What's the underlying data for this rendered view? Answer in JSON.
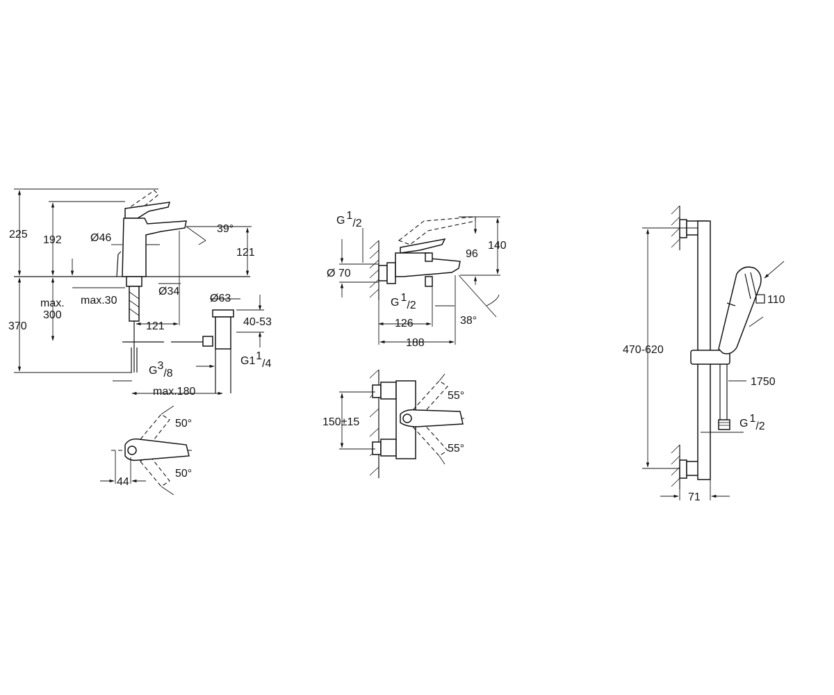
{
  "basin_mixer": {
    "dim_total_height": "225",
    "dim_spout_height_top": "192",
    "dim_body_diameter": "Ø46",
    "dim_angle_spout": "39°",
    "dim_spout_height": "121",
    "dim_tap_hole": "Ø34",
    "dim_max_label_line1": "max.",
    "dim_max_label_line2": "300",
    "dim_deck_max": "max.30",
    "dim_below_deck": "370",
    "dim_projection": "121",
    "dim_waste_diameter": "Ø63",
    "dim_waste_range": "40-53",
    "dim_connection_a": "G",
    "dim_connection_a_sup": "3",
    "dim_connection_a_sub": "/8",
    "dim_connection_b": "G1",
    "dim_connection_b_sup": "1",
    "dim_connection_b_sub": "/4",
    "dim_max_180": "max.180",
    "dim_lever_angle_1": "50°",
    "dim_lever_angle_2": "50°",
    "dim_lever_offset": "44"
  },
  "bath_mixer": {
    "dim_connection_top": "G",
    "dim_connection_top_sup": "1",
    "dim_connection_top_sub": "/2",
    "dim_flange": "Ø 70",
    "dim_height_96": "96",
    "dim_height_140": "140",
    "dim_connection_bottom": "G",
    "dim_connection_bottom_sup": "1",
    "dim_connection_bottom_sub": "/2",
    "dim_outlet_126": "126",
    "dim_angle_38": "38°",
    "dim_depth_188": "188",
    "dim_centers": "150±15",
    "dim_lever_angle_1": "55°",
    "dim_lever_angle_2": "55°"
  },
  "shower_rail": {
    "dim_rail_range": "470-620",
    "dim_head_size": "110",
    "dim_hose_length": "1750",
    "dim_connection": "G",
    "dim_connection_sup": "1",
    "dim_connection_sub": "/2",
    "dim_wall_distance": "71"
  }
}
